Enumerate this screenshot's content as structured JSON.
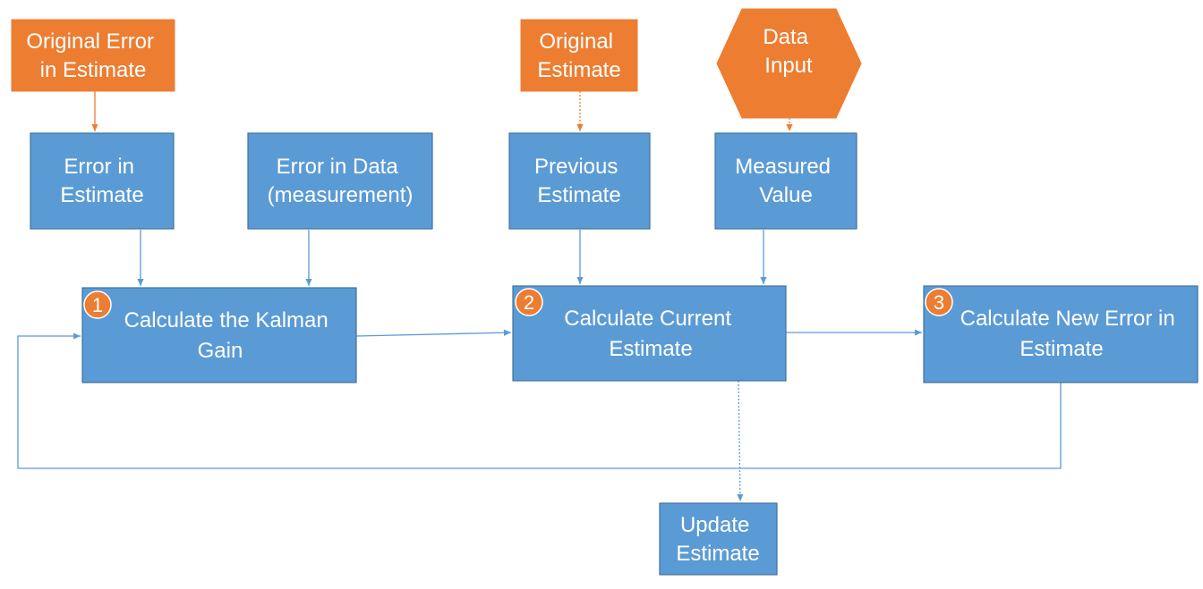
{
  "nodes": {
    "original_error": {
      "lines": [
        "Original Error",
        "in Estimate"
      ]
    },
    "original_estimate": {
      "lines": [
        "Original",
        "Estimate"
      ]
    },
    "data_input": {
      "lines": [
        "Data",
        "Input"
      ]
    },
    "error_in_estimate": {
      "lines": [
        "Error in",
        "Estimate"
      ]
    },
    "error_in_data": {
      "lines": [
        "Error in Data",
        "(measurement)"
      ]
    },
    "previous_estimate": {
      "lines": [
        "Previous",
        "Estimate"
      ]
    },
    "measured_value": {
      "lines": [
        "Measured",
        "Value"
      ]
    },
    "kalman_gain": {
      "lines": [
        "Calculate the Kalman",
        "Gain"
      ],
      "step": "1"
    },
    "current_estimate": {
      "lines": [
        "Calculate Current",
        "Estimate"
      ],
      "step": "2"
    },
    "new_error": {
      "lines": [
        "Calculate  New Error in",
        "Estimate"
      ],
      "step": "3"
    },
    "update_estimate": {
      "lines": [
        "Update",
        "Estimate"
      ]
    }
  },
  "colors": {
    "process_fill": "#5b9bd5",
    "process_border": "#41719c",
    "input_fill": "#ed7d31",
    "text": "#ffffff",
    "edge_blue": "#5b9bd5",
    "edge_orange": "#ed7d31"
  }
}
